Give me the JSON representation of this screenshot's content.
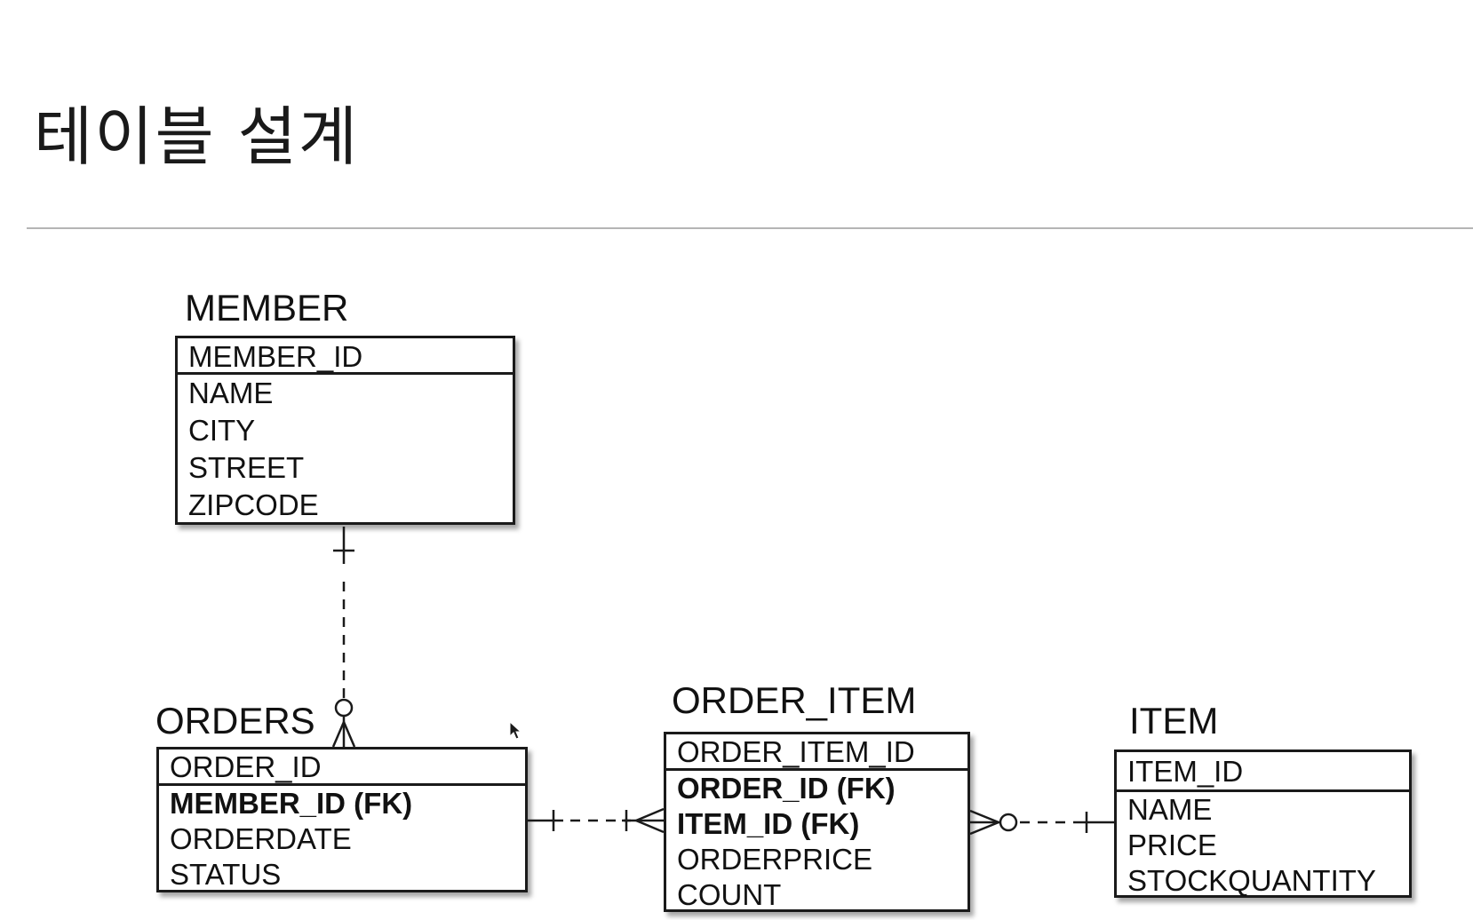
{
  "page": {
    "title": "테이블 설계"
  },
  "tables": {
    "member": {
      "name": "MEMBER",
      "primary_key": "MEMBER_ID",
      "fields": [
        "NAME",
        "CITY",
        "STREET",
        "ZIPCODE"
      ]
    },
    "orders": {
      "name": "ORDERS",
      "primary_key": "ORDER_ID",
      "fields": [
        "MEMBER_ID (FK)",
        "ORDERDATE",
        "STATUS"
      ]
    },
    "order_item": {
      "name": "ORDER_ITEM",
      "primary_key": "ORDER_ITEM_ID",
      "fields": [
        "ORDER_ID (FK)",
        "ITEM_ID (FK)",
        "ORDERPRICE",
        "COUNT"
      ]
    },
    "item": {
      "name": "ITEM",
      "primary_key": "ITEM_ID",
      "fields": [
        "NAME",
        "PRICE",
        "STOCKQUANTITY"
      ]
    }
  },
  "relationships": [
    {
      "from": "MEMBER",
      "to": "ORDERS",
      "from_cardinality": "one",
      "to_cardinality": "zero-or-many",
      "line_style": "dashed"
    },
    {
      "from": "ORDERS",
      "to": "ORDER_ITEM",
      "from_cardinality": "one",
      "to_cardinality": "one-or-many",
      "line_style": "dashed"
    },
    {
      "from": "ORDER_ITEM",
      "to": "ITEM",
      "from_cardinality": "zero-or-many",
      "to_cardinality": "one",
      "line_style": "dashed"
    }
  ],
  "colors": {
    "line": "#1a1a1a",
    "divider": "#b5b5b5",
    "background": "#ffffff"
  }
}
